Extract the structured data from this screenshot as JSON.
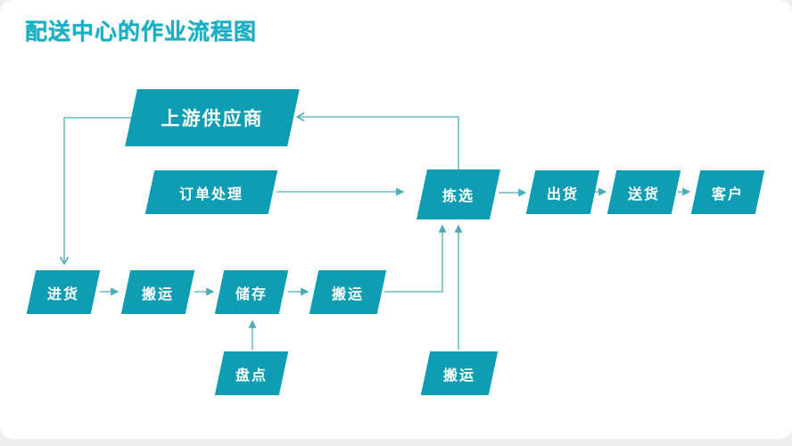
{
  "title": "配送中心的作业流程图",
  "colors": {
    "node_fill": "#0E9DB3",
    "title_text": "#18B0C4",
    "connector": "#4AACB6",
    "node_text": "#FFFFFF",
    "card_bg": "#FFFFFF",
    "page_bg": "#EEEEEF"
  },
  "diagram": {
    "nodes": {
      "supplier": {
        "label": "上游供应商"
      },
      "order_processing": {
        "label": "订单处理"
      },
      "picking": {
        "label": "拣选"
      },
      "shipping": {
        "label": "出货"
      },
      "delivery": {
        "label": "送货"
      },
      "customer": {
        "label": "客户"
      },
      "inbound": {
        "label": "进货"
      },
      "handling_1": {
        "label": "搬运"
      },
      "storage": {
        "label": "储存"
      },
      "handling_2": {
        "label": "搬运"
      },
      "stocktaking": {
        "label": "盘点"
      },
      "handling_3": {
        "label": "搬运"
      }
    },
    "edges": [
      {
        "from": "order_processing",
        "to": "picking"
      },
      {
        "from": "picking",
        "to": "supplier"
      },
      {
        "from": "supplier",
        "to": "inbound"
      },
      {
        "from": "inbound",
        "to": "handling_1"
      },
      {
        "from": "handling_1",
        "to": "storage"
      },
      {
        "from": "storage",
        "to": "handling_2"
      },
      {
        "from": "handling_2",
        "to": "picking"
      },
      {
        "from": "stocktaking",
        "to": "storage"
      },
      {
        "from": "handling_3",
        "to": "picking"
      },
      {
        "from": "picking",
        "to": "shipping"
      },
      {
        "from": "shipping",
        "to": "delivery"
      },
      {
        "from": "delivery",
        "to": "customer"
      }
    ]
  }
}
